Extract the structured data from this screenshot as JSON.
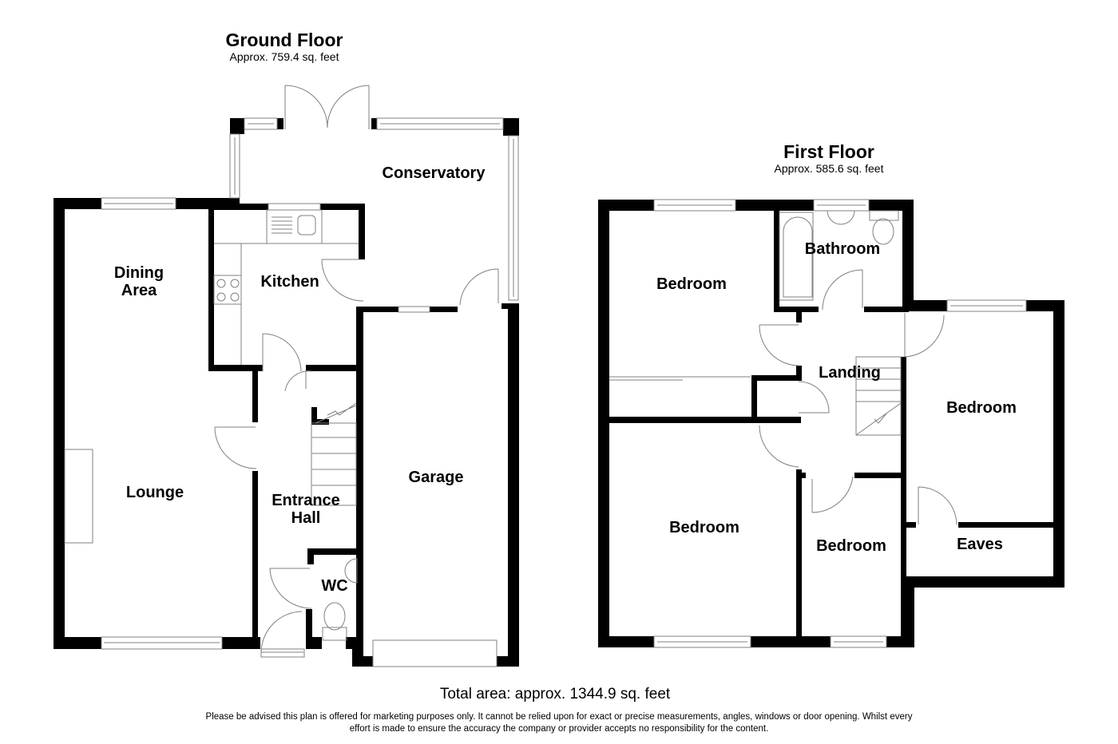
{
  "ground_floor": {
    "title": "Ground Floor",
    "area": "Approx. 759.4 sq. feet",
    "rooms": {
      "conservatory": "Conservatory",
      "dining_area": "Dining\nArea",
      "kitchen": "Kitchen",
      "lounge": "Lounge",
      "entrance_hall": "Entrance\nHall",
      "wc": "WC",
      "garage": "Garage"
    }
  },
  "first_floor": {
    "title": "First Floor",
    "area": "Approx. 585.6 sq. feet",
    "rooms": {
      "bathroom": "Bathroom",
      "bedroom_1": "Bedroom",
      "landing": "Landing",
      "bedroom_2": "Bedroom",
      "bedroom_3": "Bedroom",
      "bedroom_4": "Bedroom",
      "eaves": "Eaves"
    }
  },
  "footer": {
    "total_area": "Total area: approx. 1344.9 sq. feet",
    "disclaimer": "Please be advised this plan is offered for marketing purposes only. It cannot be relied upon for exact or precise measurements, angles, windows or door opening. Whilst every effort is made to ensure the accuracy the company or provider accepts no responsibility for the content."
  },
  "colors": {
    "wall": "#000000",
    "fixture_line": "#808080",
    "background": "#ffffff"
  }
}
